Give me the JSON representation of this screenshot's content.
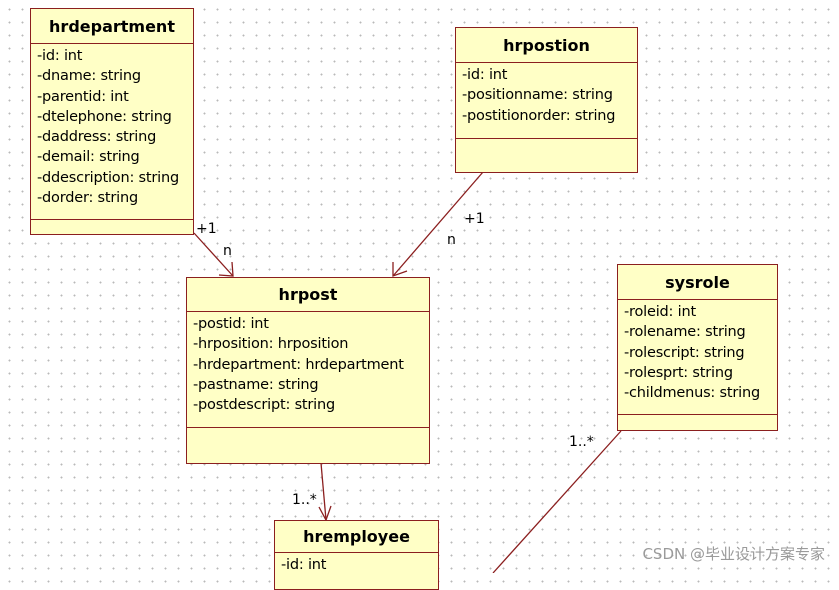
{
  "classes": {
    "hrdepartment": {
      "name": "hrdepartment",
      "attributes": [
        "-id: int",
        "-dname: string",
        "-parentid: int",
        "-dtelephone: string",
        "-daddress: string",
        "-demail: string",
        "-ddescription: string",
        "-dorder: string"
      ]
    },
    "hrpostion": {
      "name": "hrpostion",
      "attributes": [
        "-id: int",
        "-positionname: string",
        "-postitionorder: string"
      ]
    },
    "hrpost": {
      "name": "hrpost",
      "attributes": [
        "-postid: int",
        "-hrposition: hrposition",
        "-hrdepartment: hrdepartment",
        "-pastname: string",
        "-postdescript: string"
      ]
    },
    "sysrole": {
      "name": "sysrole",
      "attributes": [
        "-roleid: int",
        "-rolename: string",
        "-rolescript: string",
        "-rolesprt: string",
        "-childmenus: string"
      ]
    },
    "hremployee": {
      "name": "hremployee",
      "attributes": [
        "-id: int"
      ]
    }
  },
  "multiplicities": {
    "dept_post_source": "+1",
    "dept_post_target": "n",
    "position_post_source": "+1",
    "position_post_target": "n",
    "post_employee": "1..*",
    "role_link": "1..*"
  },
  "colors": {
    "class_fill": "#ffffc6",
    "class_border": "#8b1f1f",
    "link": "#8b1f1f"
  },
  "watermark": "CSDN @毕业设计方案专家"
}
